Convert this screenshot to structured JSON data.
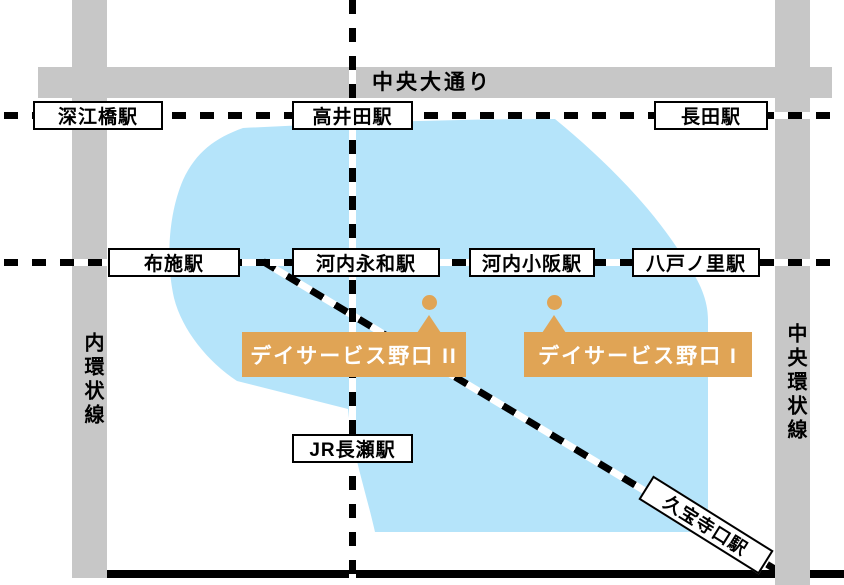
{
  "map": {
    "road_labels": {
      "top": "中央大通り",
      "left": "内環状線",
      "right": "中央環状線"
    },
    "stations": {
      "fukaebashi": "深江橋駅",
      "takaida": "高井田駅",
      "nagata": "長田駅",
      "fuse": "布施駅",
      "kawachi_eiwa": "河内永和駅",
      "kawachi_kosaka": "河内小阪駅",
      "yaenosato": "八戸ノ里駅",
      "jr_nagase": "JR長瀬駅",
      "kyuhojiguchi": "久宝寺口駅"
    },
    "facilities": {
      "noguchi2": "デイサービス野口 II",
      "noguchi1": "デイサービス野口 I"
    },
    "colors": {
      "road": "#C7C7C7",
      "area": "#B5E4FA",
      "accent": "#E0A455",
      "rail_dark": "#000000",
      "rail_light": "#FFFFFF",
      "label_bg": "#FFFFFF",
      "text": "#000000"
    }
  }
}
